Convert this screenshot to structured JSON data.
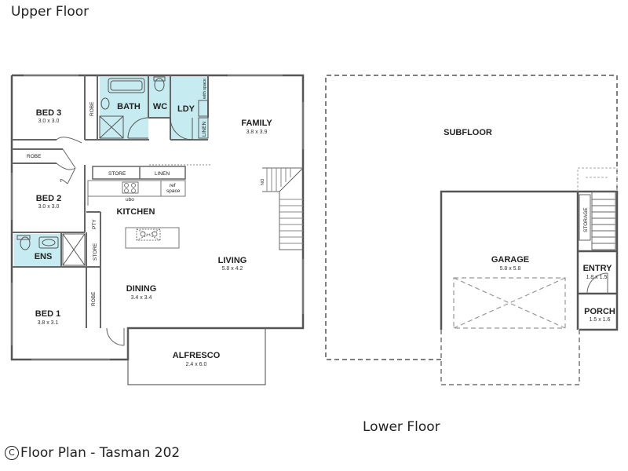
{
  "titles": {
    "upper": "Upper Floor",
    "lower": "Lower Floor"
  },
  "credit": {
    "symbol": "C",
    "text": "Floor Plan - Tasman 202"
  },
  "upper_rooms": {
    "bed3": {
      "name": "BED 3",
      "dim": "3.0 x 3.0"
    },
    "bath": {
      "name": "BATH"
    },
    "wc": {
      "name": "WC"
    },
    "ldy": {
      "name": "LDY"
    },
    "family": {
      "name": "FAMILY",
      "dim": "3.8 x 3.9"
    },
    "bed2": {
      "name": "BED 2",
      "dim": "3.0 x 3.0"
    },
    "kitchen": {
      "name": "KITCHEN"
    },
    "ens": {
      "name": "ENS"
    },
    "living": {
      "name": "LIVING",
      "dim": "5.8 x 4.2"
    },
    "dining": {
      "name": "DINING",
      "dim": "3.4 x 3.4"
    },
    "bed1": {
      "name": "BED 1",
      "dim": "3.8 x 3.1"
    },
    "alfresco": {
      "name": "ALFRESCO",
      "dim": "2.4 x 6.0"
    }
  },
  "upper_labels": {
    "robe_bed3": "ROBE",
    "robe_bed2": "ROBE",
    "robe_bed1": "ROBE",
    "store_hall": "STORE",
    "linen_hall": "LINEN",
    "linen_ldy": "LINEN",
    "with_space": "with space",
    "ubo": "ubo",
    "ref": "ref",
    "space": "space",
    "pty": "PTY",
    "store_ens": "STORE",
    "dn": "DN"
  },
  "lower_rooms": {
    "subfloor": {
      "name": "SUBFLOOR"
    },
    "garage": {
      "name": "GARAGE",
      "dim": "5.8 x 5.8"
    },
    "entry": {
      "name": "ENTRY",
      "dim": "1.8 x 1.5"
    },
    "porch": {
      "name": "PORCH",
      "dim": "1.5 x 1.6"
    },
    "storage": "STORAGE"
  },
  "colors": {
    "wall": "#555555",
    "wet_area": "#c6ecf1",
    "text": "#222222"
  }
}
